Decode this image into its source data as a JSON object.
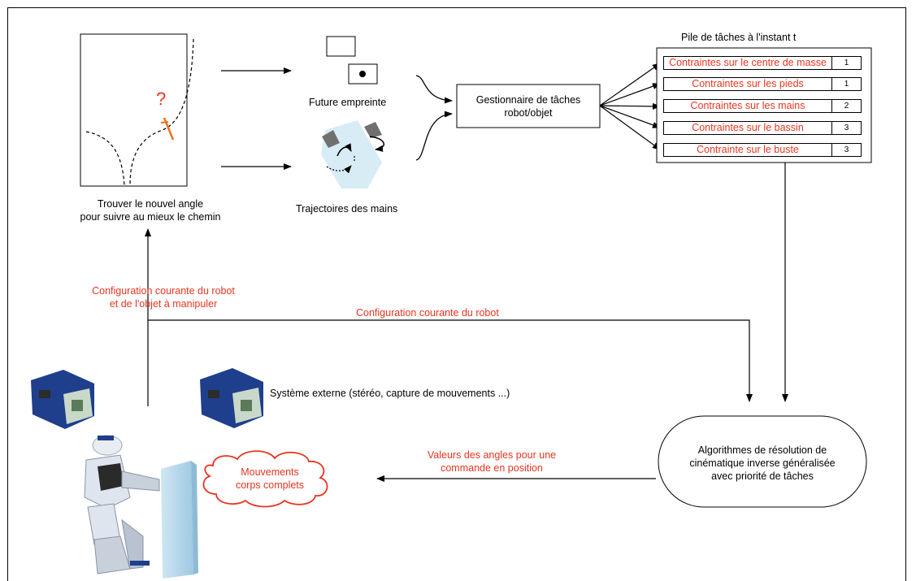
{
  "path_panel": {
    "question_mark": "?",
    "caption_line1": "Trouver le nouvel angle",
    "caption_line2": "pour suivre au mieux le chemin"
  },
  "footprint": {
    "label": "Future empreinte"
  },
  "hands": {
    "label": "Trajectoires des mains"
  },
  "task_manager": {
    "line1": "Gestionnaire de tâches",
    "line2": "robot/objet"
  },
  "task_stack": {
    "title": "Pile de tâches à l'instant t",
    "rows": [
      {
        "label": "Contraintes sur le centre de masse",
        "priority": "1"
      },
      {
        "label": "Contraintes sur les pieds",
        "priority": "1"
      },
      {
        "label": "Contraintes sur les mains",
        "priority": "2"
      },
      {
        "label": "Contraintes sur le bassin",
        "priority": "3"
      },
      {
        "label": "Contrainte sur le buste",
        "priority": "3"
      }
    ]
  },
  "feedback": {
    "robot_object_line1": "Configuration courante du robot",
    "robot_object_line2": "et de l'objet à manipuler",
    "robot_only": "Configuration courante du robot"
  },
  "external_system": {
    "label": "Système externe (stéréo, capture de mouvements ...)"
  },
  "algorithm": {
    "line1": "Algorithmes de résolution de",
    "line2": "cinématique inverse généralisée",
    "line3": "avec priorité de tâches"
  },
  "command": {
    "line1": "Valeurs des angles pour une",
    "line2": "commande en position"
  },
  "motion_cloud": {
    "line1": "Mouvements",
    "line2": "corps complets"
  },
  "colors": {
    "accent_red": "#e8351f",
    "line": "#000000"
  }
}
